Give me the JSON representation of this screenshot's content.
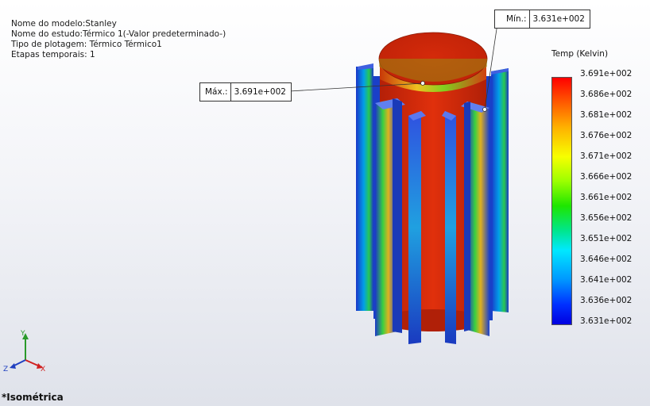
{
  "study_info": {
    "model_name": "Nome do modelo:Stanley",
    "study_name": "Nome do estudo:Térmico 1(-Valor predeterminado-)",
    "plot_type": "Tipo de plotagem: Térmico Térmico1",
    "time_steps": "Etapas temporais: 1"
  },
  "max_probe": {
    "label": "Máx.:",
    "value": "3.691e+002"
  },
  "min_probe": {
    "label": "Mín.:",
    "value": "3.631e+002"
  },
  "legend": {
    "title": "Temp (Kelvin)",
    "ticks": [
      "3.691e+002",
      "3.686e+002",
      "3.681e+002",
      "3.676e+002",
      "3.671e+002",
      "3.666e+002",
      "3.661e+002",
      "3.656e+002",
      "3.651e+002",
      "3.646e+002",
      "3.641e+002",
      "3.636e+002",
      "3.631e+002"
    ],
    "top_color": "#ff0000",
    "bottom_color": "#0000e0"
  },
  "triad": {
    "y": "Y",
    "z": "Z",
    "x": "X"
  },
  "view_name": "*Isométrica",
  "colors": {
    "model_hot": "#d42a0a",
    "fin_cool": "#1a3fc8"
  }
}
